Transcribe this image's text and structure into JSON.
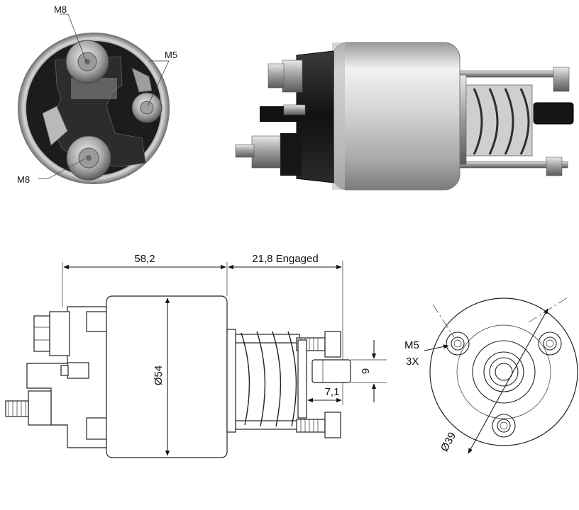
{
  "photo_end_view": {
    "label_top_terminal": "M8",
    "label_small_terminal": "M5",
    "label_bottom_terminal": "M8"
  },
  "drawing_side_view": {
    "length_body": "58,2",
    "length_engaged": "21,8 Engaged",
    "diameter_body": "Ø54",
    "plunger_height": "9",
    "plunger_length": "7,1"
  },
  "drawing_end_view": {
    "stud_thread": "M5",
    "stud_count": "3X",
    "pitch_diameter": "Ø39"
  },
  "colors": {
    "line": "#222222",
    "housing_silver": "#c8c8c8",
    "cap_black": "#1a1a1a"
  }
}
